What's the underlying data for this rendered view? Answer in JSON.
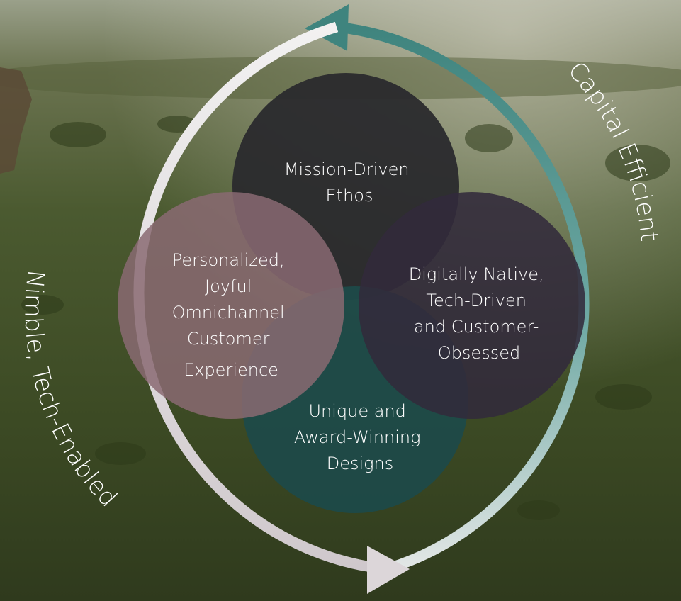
{
  "diagram": {
    "circles": [
      {
        "id": "top",
        "lines": [
          "Mission-Driven",
          "Ethos"
        ],
        "color": "#2a2a2d"
      },
      {
        "id": "right",
        "lines": [
          "Digitally Native,",
          "Tech-Driven",
          "and Customer-",
          "Obsessed"
        ],
        "color": "#322a3b"
      },
      {
        "id": "bottom",
        "lines": [
          "Unique and",
          "Award-Winning",
          "Designs"
        ],
        "color": "#1e4a49"
      },
      {
        "id": "left",
        "lines": [
          "Personalized,",
          "Joyful",
          "Omnichannel",
          "Customer",
          "Experience"
        ],
        "color": "#8a6a72"
      }
    ],
    "arc_labels": {
      "right": "Capital Efficient",
      "left": "Nimble, Tech-Enabled"
    },
    "colors": {
      "teal_arrow": "#4f8f8a",
      "light_arrow": "#e9e6e8"
    }
  }
}
